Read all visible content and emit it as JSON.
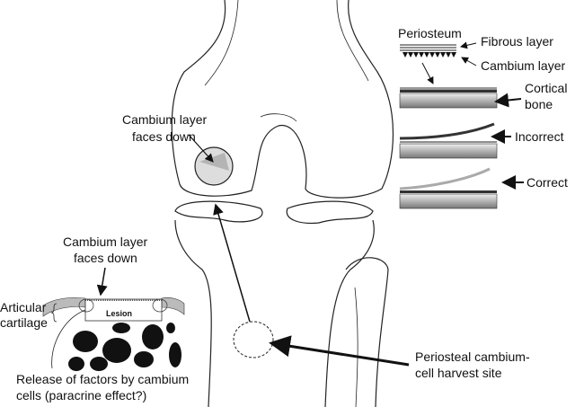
{
  "labels": {
    "patch_note": [
      "Cambium layer",
      "faces down"
    ],
    "periosteum": "Periosteum",
    "fibrous_layer": "Fibrous layer",
    "cambium_layer": "Cambium layer",
    "cortical_bone": [
      "Cortical",
      "bone"
    ],
    "incorrect": "Incorrect",
    "correct": "Correct",
    "inset_note": [
      "Cambium layer",
      "faces down"
    ],
    "articular_cartilage": [
      "Articular",
      "cartilage"
    ],
    "lesion": "Lesion",
    "release": [
      "Release of factors by cambium",
      "cells (paracrine effect?)"
    ],
    "harvest_site": [
      "Periosteal cambium-",
      "cell harvest site"
    ]
  },
  "colors": {
    "ink": "#222222",
    "bone_fill": "#d8d8d8",
    "background": "#ffffff"
  }
}
